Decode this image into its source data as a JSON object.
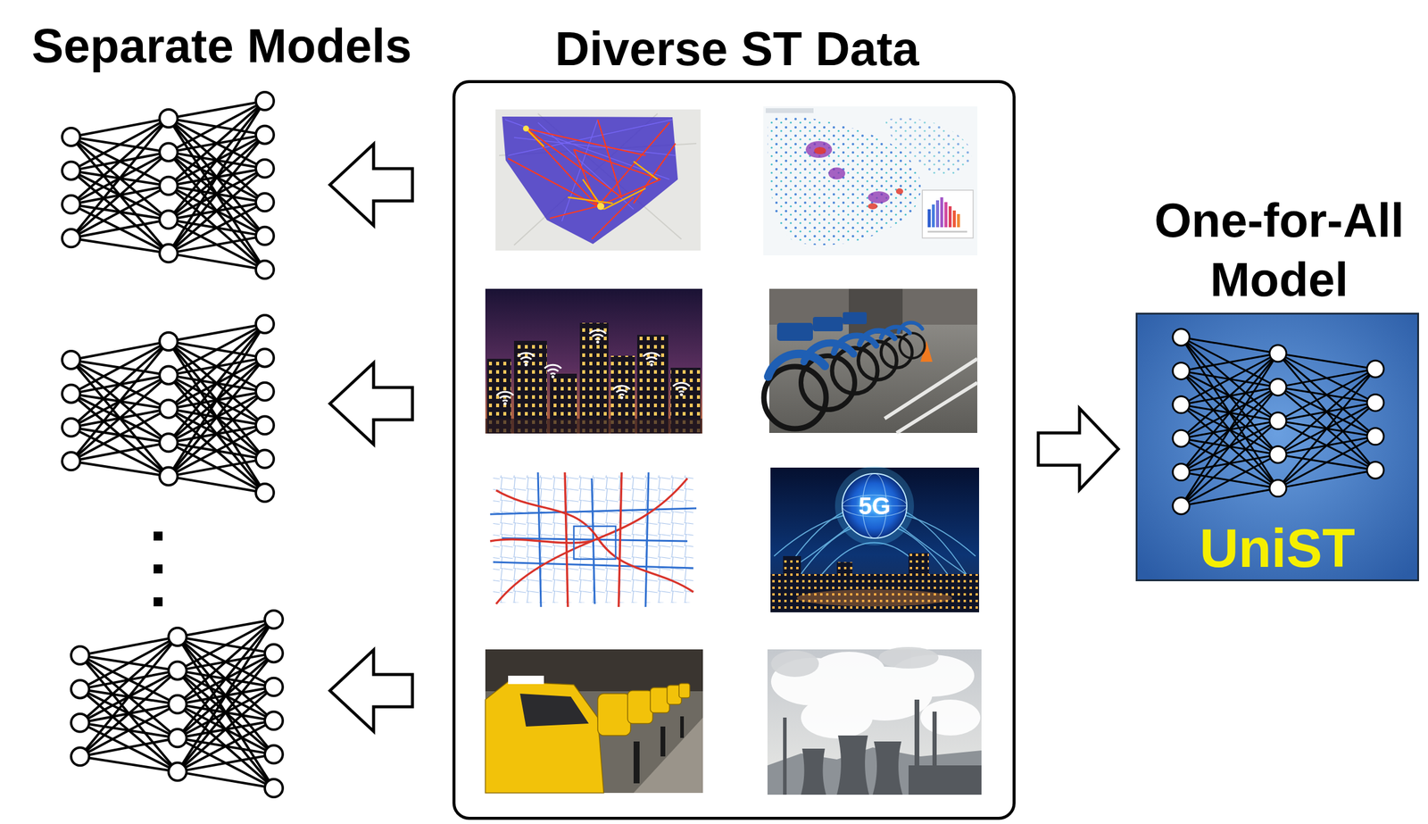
{
  "diagram": {
    "nodes": [
      {
        "text": [
          "Diverse ST Data"
        ]
      },
      {
        "text": [
          "One-for-All Model",
          "UniST"
        ]
      }
    ],
    "edges": [
      {
        "from": 0,
        "to": 1,
        "arrow": "to"
      }
    ],
    "labels": [
      "Separate Models",
      "5G"
    ]
  }
}
